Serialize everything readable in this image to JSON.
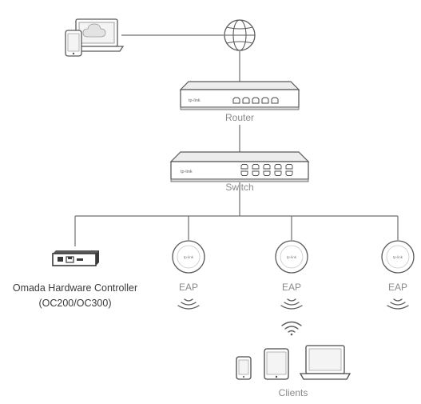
{
  "nodes": {
    "router_label": "Router",
    "switch_label": "Switch",
    "controller_label_line1": "Omada Hardware Controller",
    "controller_label_line2": "(OC200/OC300)",
    "eap1_label": "EAP",
    "eap2_label": "EAP",
    "eap3_label": "EAP",
    "clients_label": "Clients",
    "brand_logo_text": "tp-link"
  },
  "icons": {
    "cloud_client": "laptop-with-cloud-and-phone-icon",
    "internet": "globe-icon",
    "router": "router-icon",
    "switch": "switch-icon",
    "controller": "hardware-controller-icon",
    "eap": "ceiling-access-point-icon",
    "wifi": "wifi-signal-icon",
    "phone": "smartphone-icon",
    "tablet": "tablet-icon",
    "laptop": "laptop-icon"
  },
  "colors": {
    "line": "#6f6f6f",
    "device_stroke": "#5a5a5a",
    "label": "#8a8a8a",
    "label_dark": "#3a3a3a"
  }
}
